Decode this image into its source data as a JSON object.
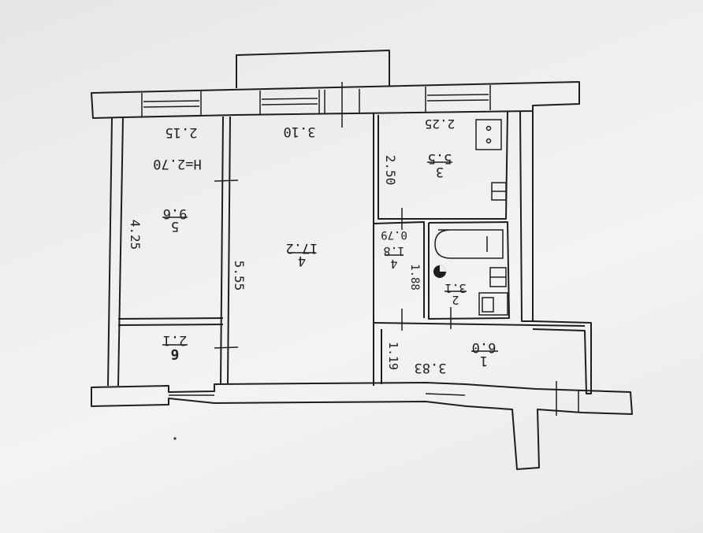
{
  "plan": {
    "rooms": {
      "room_bedroom": {
        "num": "5",
        "area": "9.6",
        "dim_height": "H=2.70",
        "dim_width": "2.15",
        "dim_length": "4.25"
      },
      "room_living": {
        "num": "4",
        "area": "17.2",
        "dim_width": "3.10",
        "dim_length": "5.55"
      },
      "room_kitchen": {
        "num": "3",
        "area": "5.5",
        "dim_width": "2.25",
        "dim_length": "2.50"
      },
      "room_closet": {
        "num": "4",
        "area": "1.8",
        "dim_width": "0.79",
        "dim_length": "1.88"
      },
      "room_bath": {
        "num": "2",
        "area": "3.1"
      },
      "room_hall": {
        "num": "1",
        "area": "6.0",
        "dim_width": "3.83",
        "dim_length": "1.19"
      },
      "room_balcony": {
        "num": "6",
        "area": "2.1"
      }
    }
  }
}
